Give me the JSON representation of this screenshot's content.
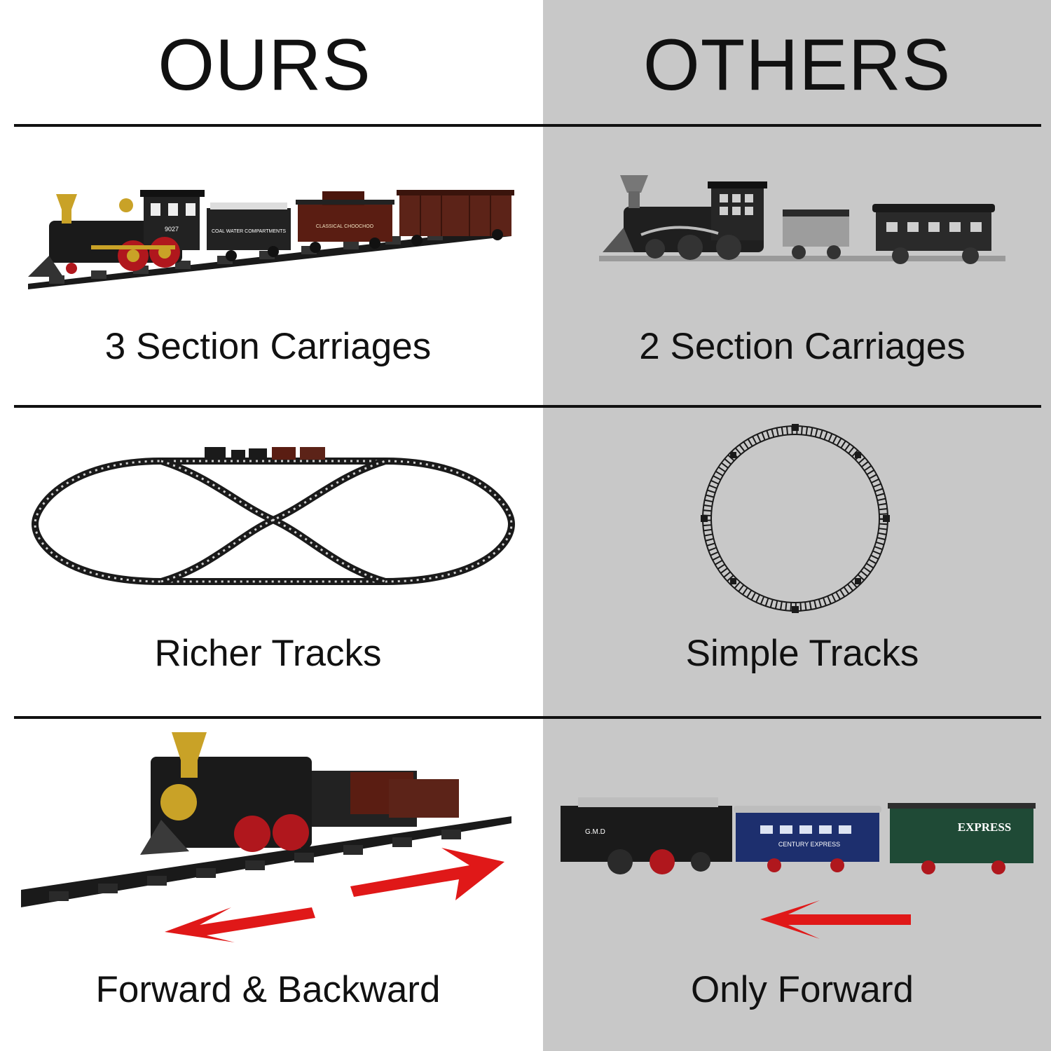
{
  "headers": {
    "left": "OURS",
    "right": "OTHERS"
  },
  "rows": [
    {
      "left_caption": "3 Section Carriages",
      "right_caption": "2 Section Carriages"
    },
    {
      "left_caption": "Richer Tracks",
      "right_caption": "Simple Tracks"
    },
    {
      "left_caption": "Forward & Backward",
      "right_caption": "Only Forward"
    }
  ],
  "colors": {
    "left_bg": "#ffffff",
    "right_bg": "#c8c8c8",
    "arrow": "#e01818",
    "divider": "#111111"
  },
  "icons": {
    "row1_left": "train-with-three-cars-icon",
    "row1_right": "train-with-two-cars-icon",
    "row2_left": "figure-eight-track-icon",
    "row2_right": "circular-track-icon",
    "row3_left": "bidirectional-arrows-icon",
    "row3_right": "forward-arrow-icon"
  },
  "train_labels": {
    "ours_tender": "COAL WATER COMPARTMENTS",
    "ours_caboose": "CLASSICAL CHOOCHOO",
    "ours_number": "9027",
    "others_engine": "G.M.D",
    "others_coach": "CENTURY EXPRESS",
    "others_boxcar": "EXPRESS"
  }
}
